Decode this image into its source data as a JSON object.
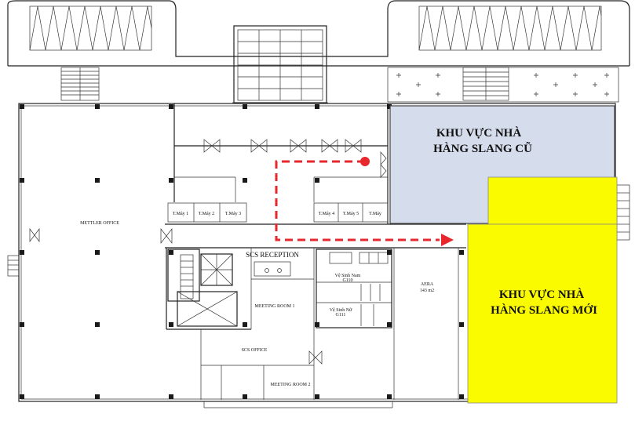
{
  "rooms": {
    "mettler_office": "METTLER OFFICE",
    "scs_reception": "SCS RECEPTION",
    "meeting_room_1": "MEETING ROOM 1",
    "scs_office": "SCS OFFICE",
    "meeting_room_2": "MEETING ROOM 2",
    "wc_male_label": "Vệ Sinh Nam",
    "wc_male_code": "G110",
    "wc_female_label": "Vệ Sinh Nữ",
    "wc_female_code": "G111",
    "aera_label": "AERA",
    "aera_size": "143 m2"
  },
  "elevators": [
    "T.Máy 1",
    "T.Máy 2",
    "T.Máy 3",
    "T.Máy 4",
    "T.Máy 5",
    "T.Máy"
  ],
  "zones": {
    "old_line1": "KHU VỰC NHÀ",
    "old_line2": "HÀNG SLANG CŨ",
    "new_line1": "KHU VỰC NHÀ",
    "new_line2": "HÀNG SLANG MỚI"
  },
  "colors": {
    "old_zone_fill": "#d5dcec",
    "new_zone_fill": "#fbfb00",
    "route": "#e8262b",
    "zone_text": "#e8262b",
    "walls": "#222222"
  }
}
